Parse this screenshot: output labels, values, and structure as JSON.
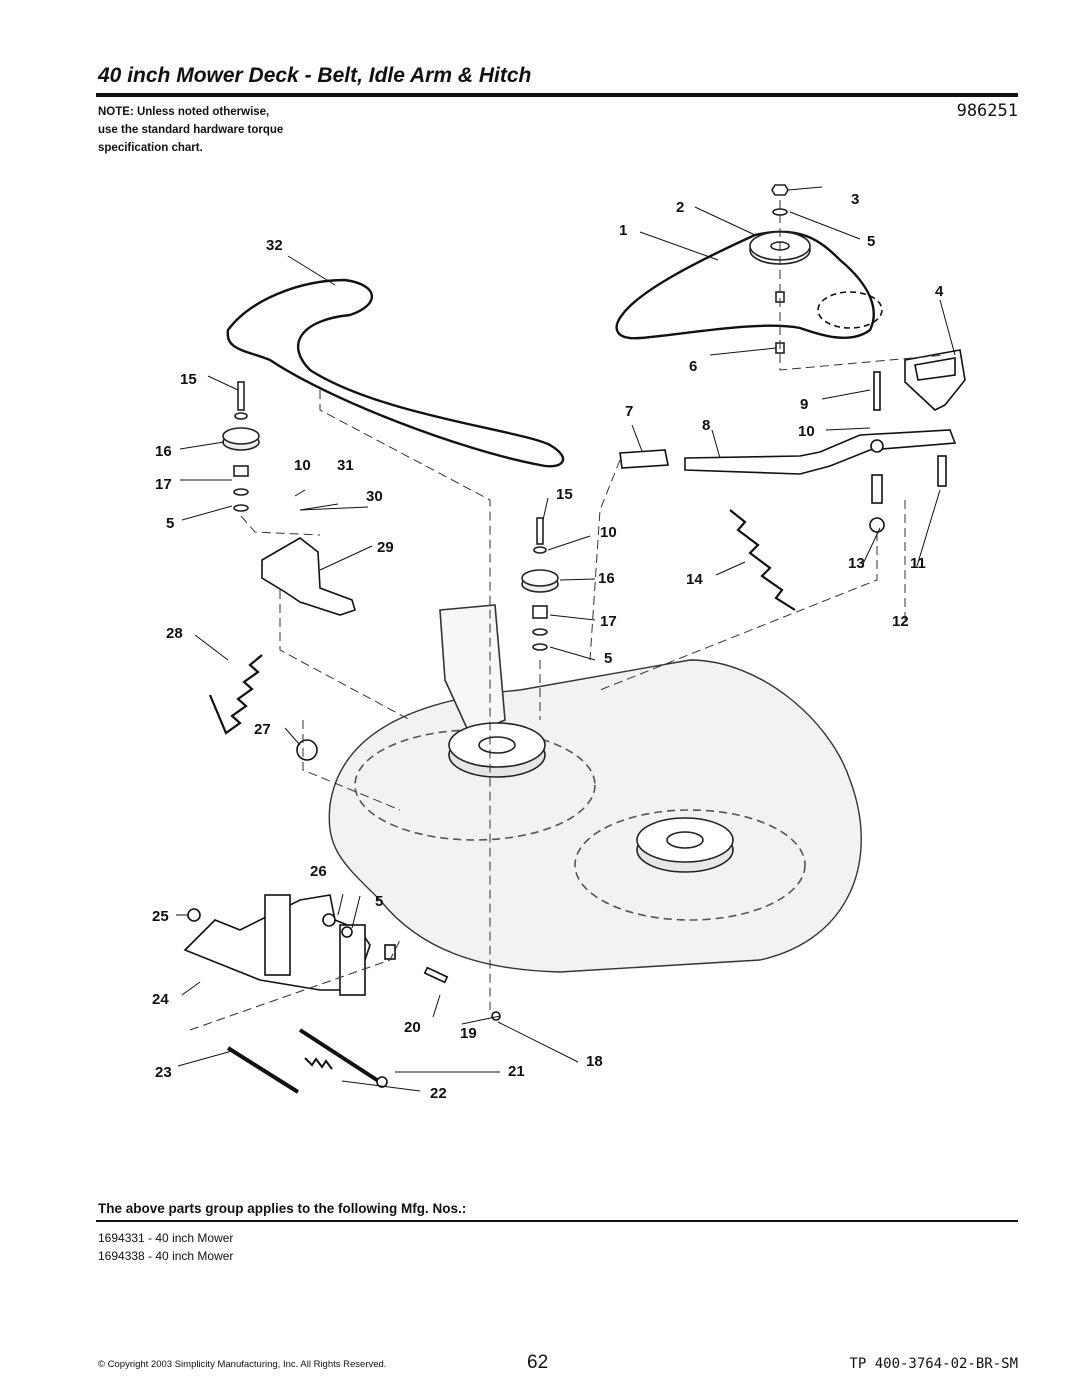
{
  "header": {
    "title": "40 inch Mower Deck - Belt, Idle Arm & Hitch",
    "part_number": "986251",
    "note_lines": [
      "NOTE: Unless noted otherwise,",
      "use the standard hardware torque",
      "specification chart."
    ]
  },
  "diagram": {
    "callouts": [
      {
        "label": "2"
      },
      {
        "label": "3"
      },
      {
        "label": "1"
      },
      {
        "label": "5"
      },
      {
        "label": "32"
      },
      {
        "label": "4"
      },
      {
        "label": "6"
      },
      {
        "label": "15"
      },
      {
        "label": "7"
      },
      {
        "label": "9"
      },
      {
        "label": "8"
      },
      {
        "label": "10"
      },
      {
        "label": "16"
      },
      {
        "label": "10"
      },
      {
        "label": "31"
      },
      {
        "label": "17"
      },
      {
        "label": "30"
      },
      {
        "label": "15"
      },
      {
        "label": "5"
      },
      {
        "label": "10"
      },
      {
        "label": "29"
      },
      {
        "label": "13"
      },
      {
        "label": "11"
      },
      {
        "label": "16"
      },
      {
        "label": "14"
      },
      {
        "label": "28"
      },
      {
        "label": "17"
      },
      {
        "label": "12"
      },
      {
        "label": "5"
      },
      {
        "label": "27"
      },
      {
        "label": "26"
      },
      {
        "label": "5"
      },
      {
        "label": "25"
      },
      {
        "label": "24"
      },
      {
        "label": "20"
      },
      {
        "label": "19"
      },
      {
        "label": "18"
      },
      {
        "label": "23"
      },
      {
        "label": "21"
      },
      {
        "label": "22"
      }
    ]
  },
  "footer": {
    "applies_heading": "The above parts group applies to the following Mfg. Nos.:",
    "mfg_numbers": [
      "1694331 - 40 inch Mower",
      "1694338 - 40 inch Mower"
    ],
    "copyright": "© Copyright 2003 Simplicity Manufacturing, Inc. All Rights Reserved.",
    "page_number": "62",
    "doc_ref": "TP 400-3764-02-BR-SM"
  }
}
